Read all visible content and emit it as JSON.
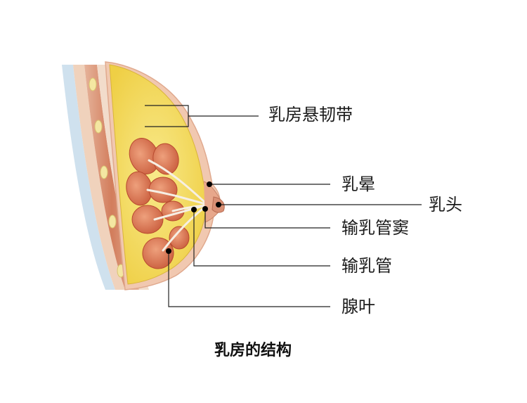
{
  "labels": {
    "suspensory_ligament": "乳房悬韧带",
    "areola": "乳晕",
    "nipple": "乳头",
    "lactiferous_sinus": "输乳管窦",
    "lactiferous_duct": "输乳管",
    "lobule": "腺叶"
  },
  "caption": "乳房的结构",
  "colors": {
    "skin": "#f1c8b0",
    "fat": "#f3d95a",
    "gland": "#e0805a",
    "muscle": "#d98a68",
    "leader_line": "#222222"
  }
}
